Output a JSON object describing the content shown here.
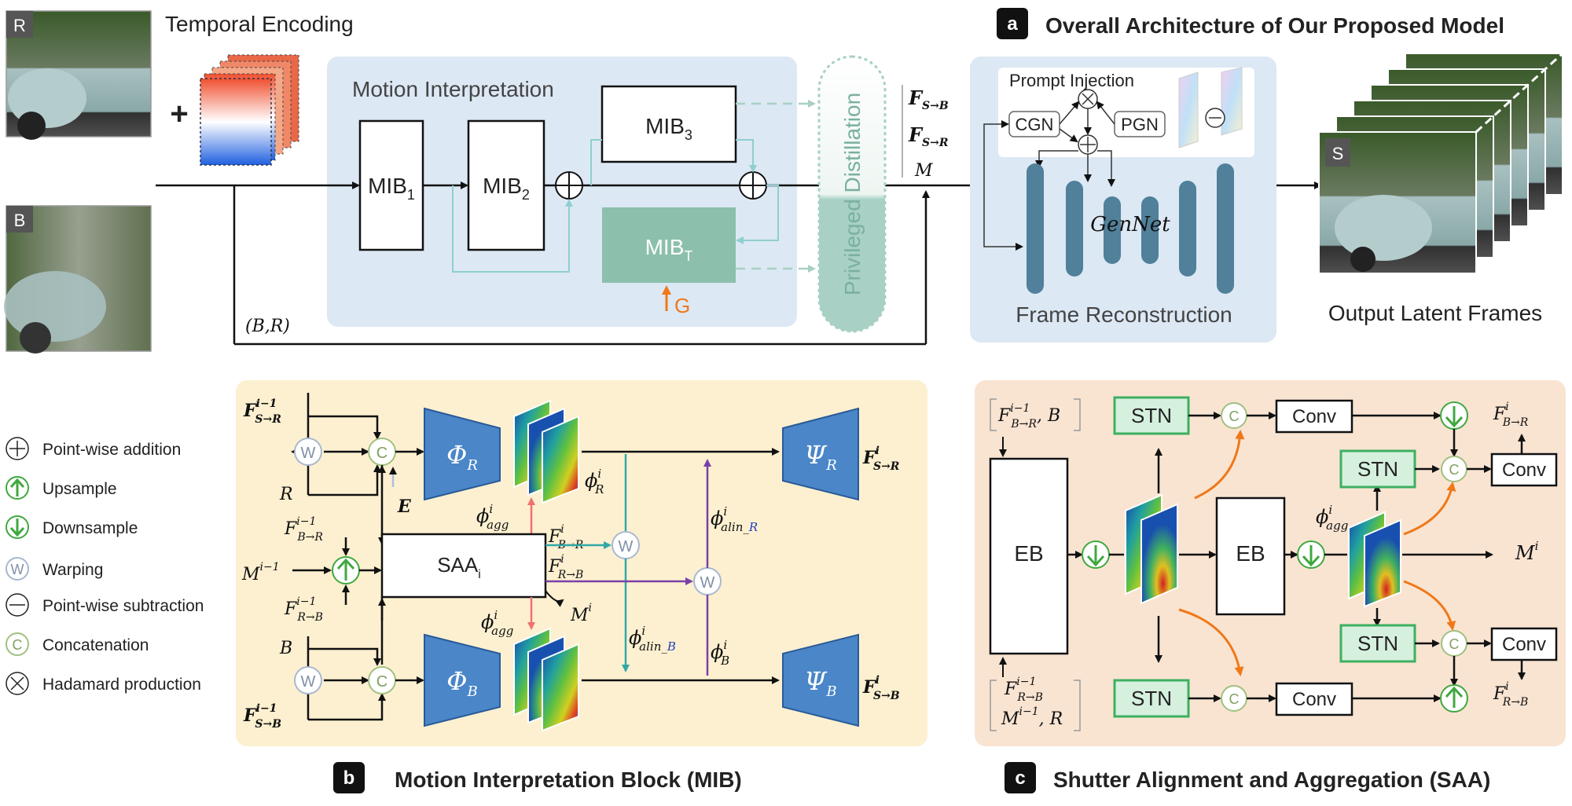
{
  "figure": {
    "panel_a": {
      "letter": "a",
      "title": "Overall Architecture of Our Proposed Model",
      "input_r_label": "R",
      "input_b_label": "B",
      "plus": "+",
      "temporal_encoding": "Temporal Encoding",
      "motion_interpretation": "Motion Interpretation",
      "mib1": "MIB",
      "mib1_sub": "1",
      "mib2": "MIB",
      "mib2_sub": "2",
      "mib3": "MIB",
      "mib3_sub": "3",
      "mibt": "MIB",
      "mibt_sub": "T",
      "g_label": "G",
      "privileged_distillation": "Privileged Distillation",
      "f_s_b": "F",
      "f_s_b_sub": "S→B",
      "f_s_r": "F",
      "f_s_r_sub": "S→R",
      "m_label": "M",
      "br_label": "(B,R)",
      "prompt_injection": "Prompt Injection",
      "cgn": "CGN",
      "pgn": "PGN",
      "gennet": "GenNet",
      "frame_reconstruction": "Frame Reconstruction",
      "s_label": "S",
      "output_latent_frames": "Output Latent Frames"
    },
    "legend": [
      {
        "symbol": "+",
        "icon": "plus-circle",
        "label": "Point-wise addition"
      },
      {
        "symbol": "↑",
        "icon": "upsample-circle",
        "label": "Upsample"
      },
      {
        "symbol": "↓",
        "icon": "downsample-circle",
        "label": "Downsample"
      },
      {
        "symbol": "W",
        "icon": "warp-circle",
        "label": "Warping"
      },
      {
        "symbol": "−",
        "icon": "minus-circle",
        "label": "Point-wise subtraction"
      },
      {
        "symbol": "C",
        "icon": "concat-circle",
        "label": "Concatenation"
      },
      {
        "symbol": "×",
        "icon": "times-circle",
        "label": "Hadamard production"
      }
    ],
    "panel_b": {
      "letter": "b",
      "title": "Motion Interpretation Block (MIB)",
      "phi_r": "Φ",
      "phi_r_sub": "R",
      "phi_b": "Φ",
      "phi_b_sub": "B",
      "psi_r": "Ψ",
      "psi_r_sub": "R",
      "psi_b": "Ψ",
      "psi_b_sub": "B",
      "saa": "SAA",
      "saa_sub": "i",
      "w": "W",
      "c": "C",
      "e": "E",
      "r": "R",
      "b": "B",
      "f_in_r": "F",
      "f_in_r_sup": "i−1",
      "f_in_r_sub": "S→R",
      "f_in_b": "F",
      "f_in_b_sup": "i−1",
      "f_in_b_sub": "S→B",
      "f_br": "F",
      "f_br_sup": "i−1",
      "f_br_sub": "B→R",
      "f_rb": "F",
      "f_rb_sup": "i−1",
      "f_rb_sub": "R→B",
      "m_prev": "M",
      "m_prev_sup": "i−1",
      "m_out": "M",
      "m_out_sup": "i",
      "f_br_i": "F",
      "f_br_i_sup": "i",
      "f_br_i_sub": "B→R",
      "f_rb_i": "F",
      "f_rb_i_sup": "i",
      "f_rb_i_sub": "R→B",
      "phi_agg": "ϕ",
      "phi_agg_sup": "i",
      "phi_agg_sub": "agg",
      "phi_r_i": "ϕ",
      "phi_r_i_sup": "i",
      "phi_r_i_sub": "R",
      "phi_b_i": "ϕ",
      "phi_b_i_sup": "i",
      "phi_b_i_sub": "B",
      "phi_alin": "ϕ",
      "phi_alin_sup": "i",
      "phi_alin_sub": "alin_",
      "alin_r": "R",
      "alin_b": "B",
      "f_out_r": "F",
      "f_out_r_sup": "i",
      "f_out_r_sub": "S→R",
      "f_out_b": "F",
      "f_out_b_sup": "i",
      "f_out_b_sub": "S→B"
    },
    "panel_c": {
      "letter": "c",
      "title": "Shutter Alignment and Aggregation (SAA)",
      "in_top": "F",
      "in_top_sup": "i−1",
      "in_top_sub": "B→R",
      "in_top_tail": ", B",
      "in_bot": "F",
      "in_bot_sup": "i−1",
      "in_bot_sub": "R→B",
      "in_bot_2": "M",
      "in_bot_2_sup": "i−1",
      "in_bot_2_tail": ", R",
      "eb": "EB",
      "stn": "STN",
      "conv": "Conv",
      "c": "C",
      "phi_agg": "ϕ",
      "phi_agg_sup": "i",
      "phi_agg_sub": "agg",
      "m_out": "M",
      "m_out_sup": "i",
      "out_top": "F",
      "out_top_sup": "i",
      "out_top_sub": "B→R",
      "out_bot": "F",
      "out_bot_sup": "i",
      "out_bot_sub": "R→B"
    }
  },
  "colors": {
    "panel_a_bg": "#dce8f4",
    "panel_b_bg": "#fcf0d0",
    "panel_c_bg": "#f9e4d2",
    "mibt_fill": "#8cc0ac",
    "phi_fill": "#4a86c8",
    "gen_bar": "#50809a",
    "stn_fill": "#d6f0de",
    "stn_stroke": "#3cb060",
    "teal_arrow": "#30a8a8",
    "purple_arrow": "#7a40a8",
    "red_arrow": "#f07070",
    "orange_arrow": "#f07818",
    "concat_green": "#a0c080",
    "up_green": "#40a840"
  }
}
